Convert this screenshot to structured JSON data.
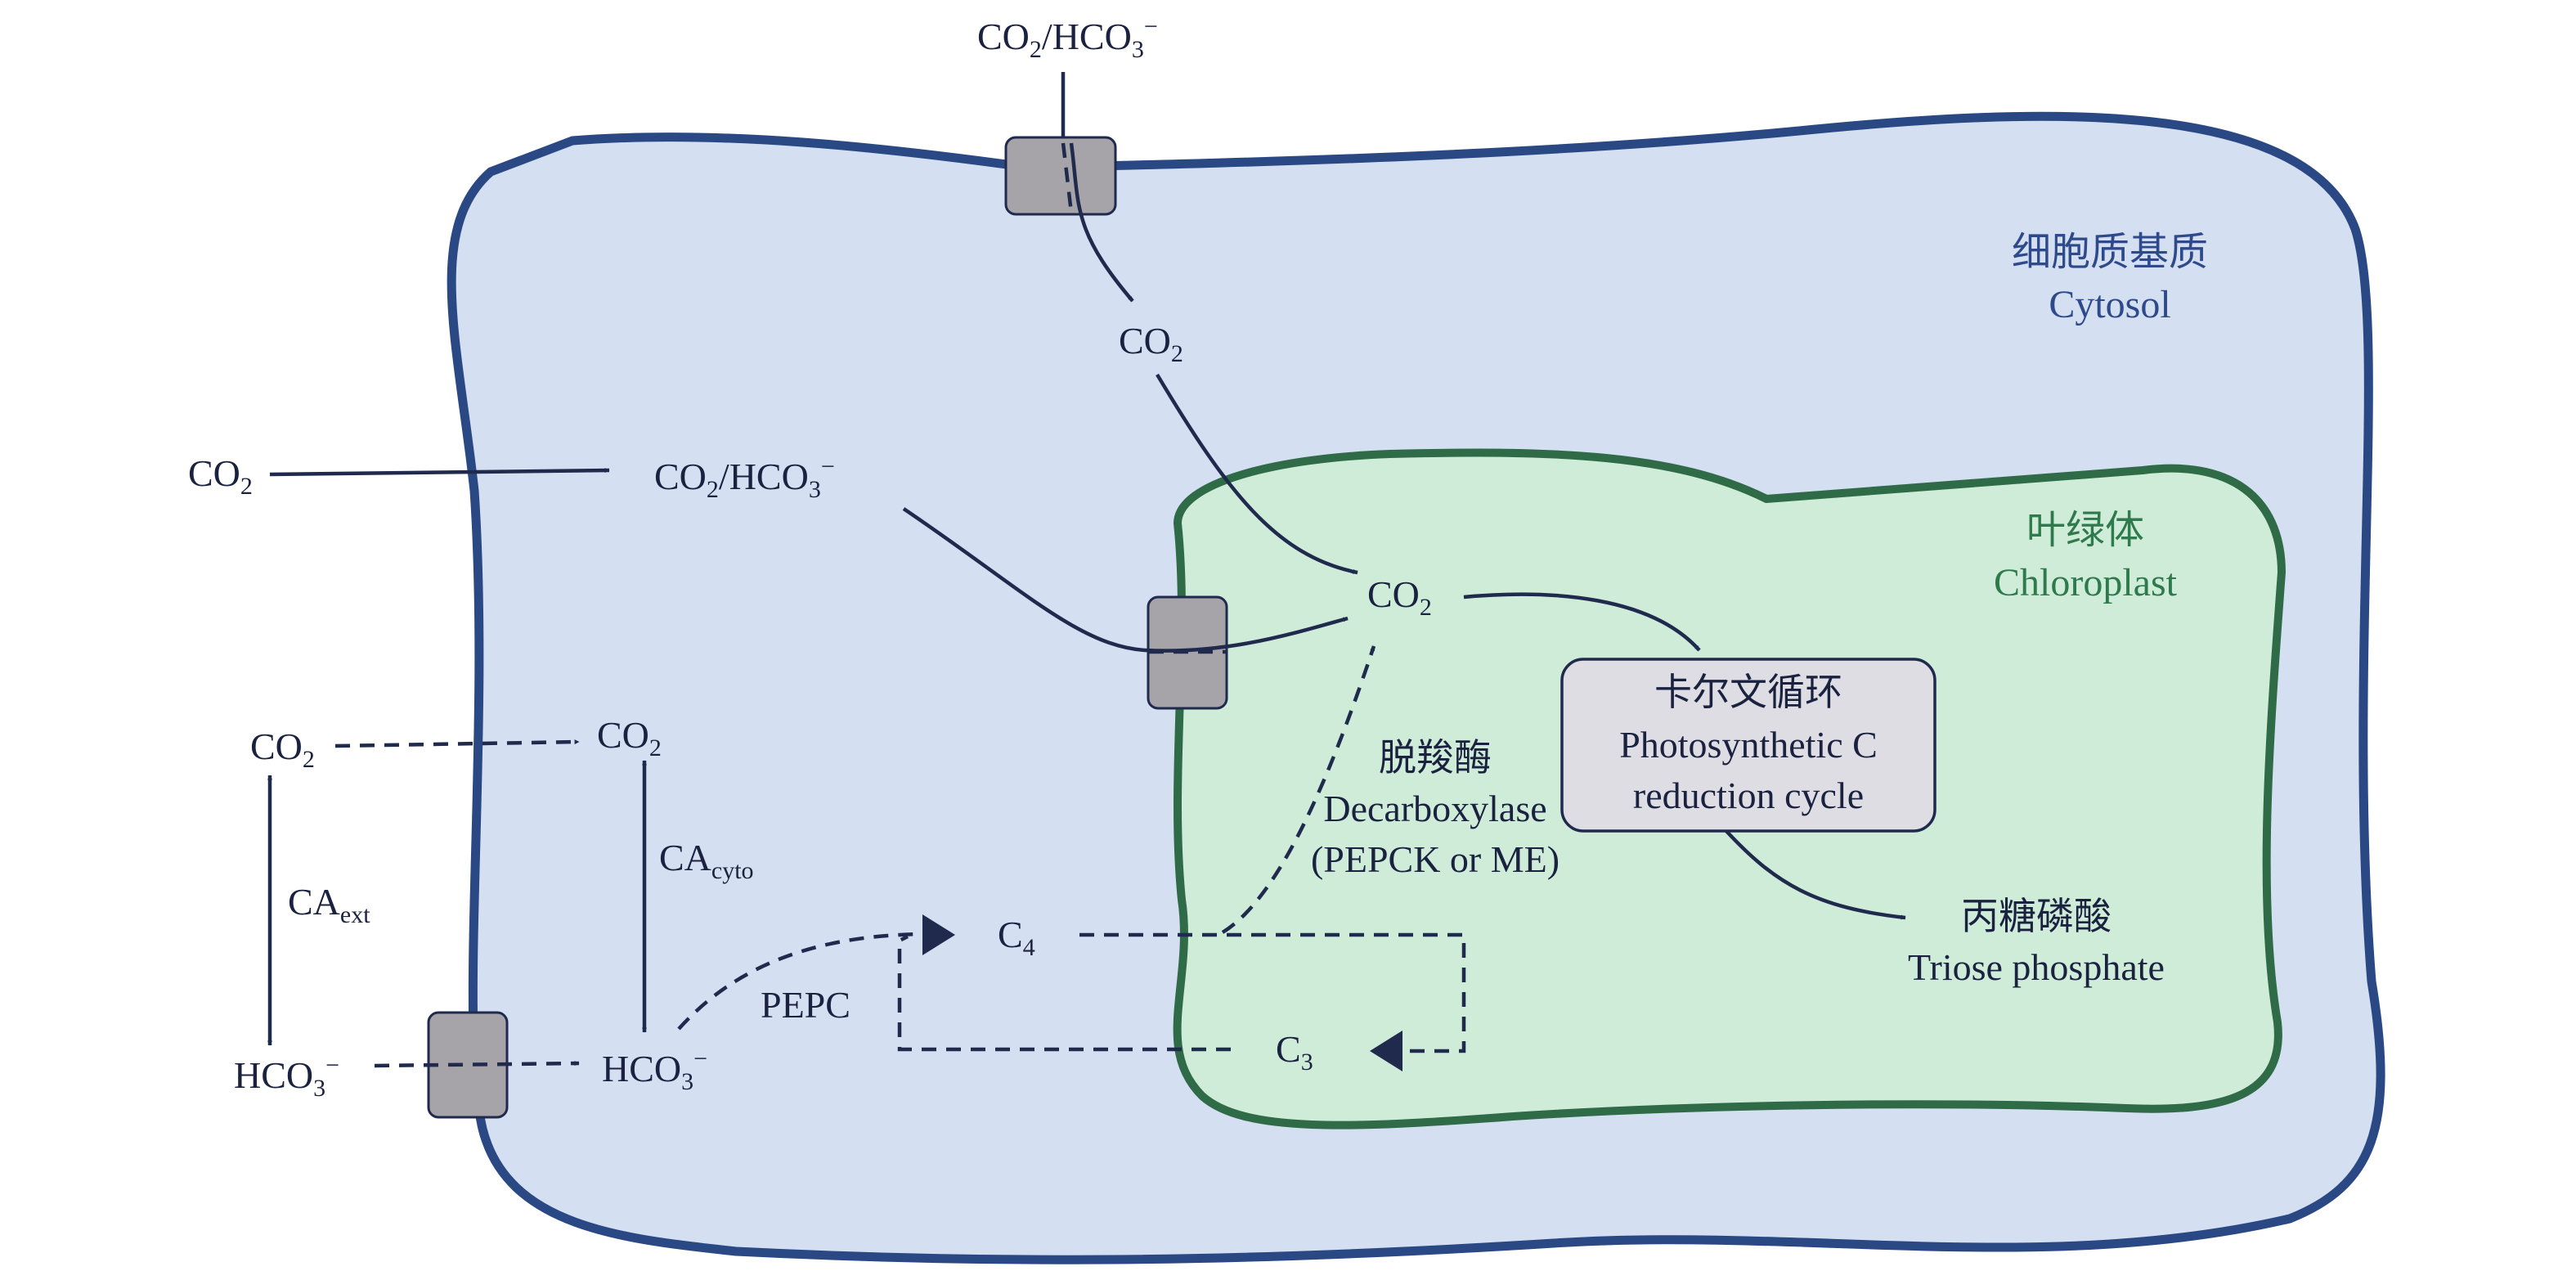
{
  "regions": {
    "cytosol": {
      "zh": "细胞质基质",
      "en": "Cytosol"
    },
    "chloroplast": {
      "zh": "叶绿体",
      "en": "Chloroplast"
    }
  },
  "calvin_cycle": {
    "zh": "卡尔文循环",
    "en_line1": "Photosynthetic C",
    "en_line2": "reduction cycle"
  },
  "triose_phosphate": {
    "zh": "丙糖磷酸",
    "en": "Triose phosphate"
  },
  "decarboxylase": {
    "zh": "脱羧酶",
    "en": "Decarboxylase",
    "detail": "(PEPCK or ME)"
  },
  "enzymes": {
    "pepc": "PEPC",
    "ca_ext": "CA",
    "ca_ext_sub": "ext",
    "ca_cyto": "CA",
    "ca_cyto_sub": "cyto"
  },
  "species": {
    "co2": "CO",
    "sub2": "2",
    "hco3": "HCO",
    "sub3": "3",
    "charge": "−",
    "slash": "/",
    "c": "C",
    "sub4": "4"
  },
  "colors": {
    "cytosol_fill": "#d4dff2",
    "cytosol_stroke": "#2a4884",
    "chloroplast_fill": "#cfecd9",
    "chloroplast_stroke": "#2f6b47",
    "calvin_box_fill": "#dedde3",
    "transporter_fill": "#a6a4a8",
    "arrow": "#1f2a4d"
  }
}
